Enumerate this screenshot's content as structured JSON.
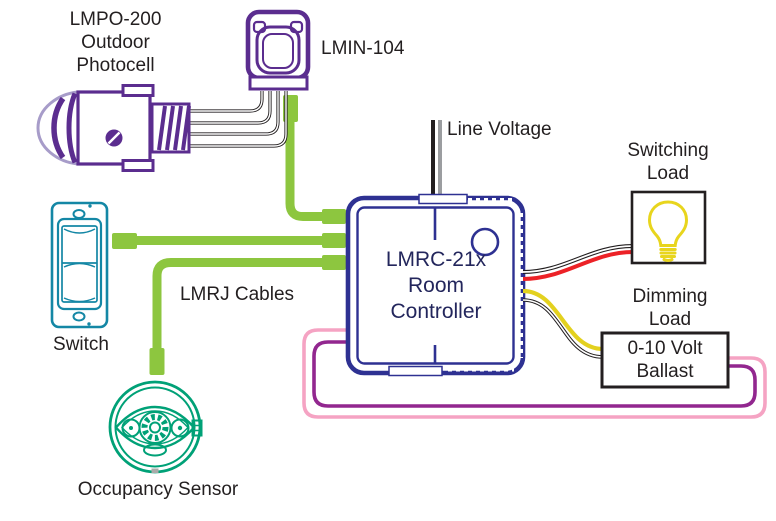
{
  "diagram": {
    "devices": {
      "photocell": {
        "label": "LMPO-200\nOutdoor\nPhotocell"
      },
      "lmin": {
        "label": "LMIN-104"
      },
      "switch": {
        "label": "Switch"
      },
      "occupancy_sensor": {
        "label": "Occupancy Sensor"
      },
      "controller": {
        "label": "LMRC-21x\nRoom\nController"
      },
      "switching_load": {
        "label": "Switching\nLoad"
      },
      "dimming_load": {
        "label": "Dimming\nLoad",
        "ballast_label": "0-10 Volt\nBallast"
      }
    },
    "wiring": {
      "line_voltage_label": "Line Voltage",
      "lmrj_cables_label": "LMRJ Cables"
    },
    "colors": {
      "device_purple": "#5b2d8f",
      "device_purple_light": "#a79cc9",
      "cable_green": "#8dc63f",
      "switch_teal": "#1487a5",
      "sensor_green": "#00a177",
      "controller_navy": "#2e3192",
      "controller_text_navy": "#23265c",
      "wire_red": "#ec2227",
      "wire_yellow": "#e3d11f",
      "wire_gray": "#9b9da0",
      "wire_pink": "#f5a3c3",
      "wire_purple": "#92278f",
      "wire_black": "#231f20",
      "bulb_yellow": "#e8d51d",
      "label_black": "#231f20"
    }
  }
}
